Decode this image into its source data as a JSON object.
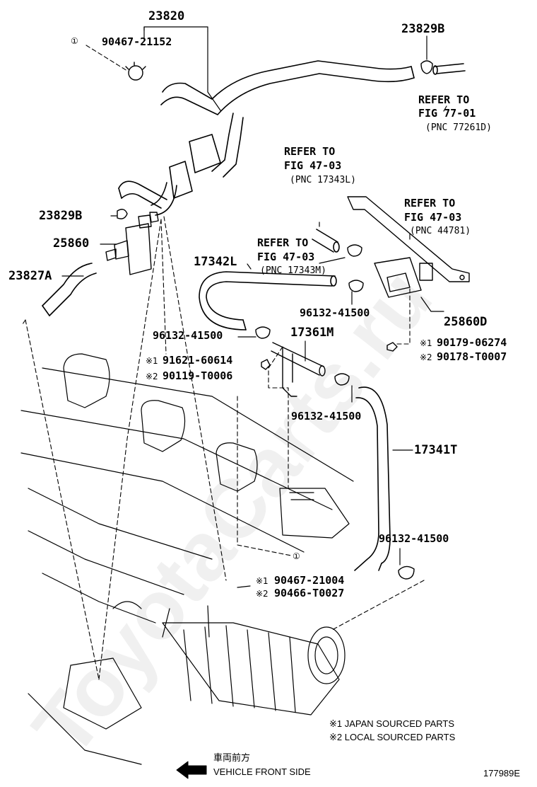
{
  "watermark": "ToyotaCarts.ru",
  "figure_id": "177989E",
  "parts": {
    "p23820": "23820",
    "p90467_21152": "90467-21152",
    "p23829B_top": "23829B",
    "p23829B_left": "23829B",
    "p25860": "25860",
    "p23827A": "23827A",
    "p17342L": "17342L",
    "p96132_a": "96132-41500",
    "p96132_b": "96132-41500",
    "p96132_c": "96132-41500",
    "p96132_d": "96132-41500",
    "p17361M": "17361M",
    "p25860D": "25860D",
    "p91621": "91621-60614",
    "p90119": "90119-T0006",
    "p90179": "90179-06274",
    "p90178": "90178-T0007",
    "p17341T": "17341T",
    "p90467_21004": "90467-21004",
    "p90466": "90466-T0027"
  },
  "refs": {
    "r1_title": "REFER TO",
    "r1_fig": "FIG 77-01",
    "r1_pnc": "(PNC 77261D)",
    "r2_title": "REFER TO",
    "r2_fig": "FIG 47-03",
    "r2_pnc": "(PNC 17343L)",
    "r3_title": "REFER TO",
    "r3_fig": "FIG 47-03",
    "r3_pnc": "(PNC 44781)",
    "r4_title": "REFER TO",
    "r4_fig": "FIG 47-03",
    "r4_pnc": "(PNC 17343M)"
  },
  "marks": {
    "m1": "※1",
    "m2": "※2",
    "circle1": "①"
  },
  "notes": {
    "japan": "※1 JAPAN SOURCED PARTS",
    "local": "※2 LOCAL SOURCED PARTS",
    "front_jp": "車両前方",
    "front_en": "VEHICLE FRONT SIDE"
  }
}
